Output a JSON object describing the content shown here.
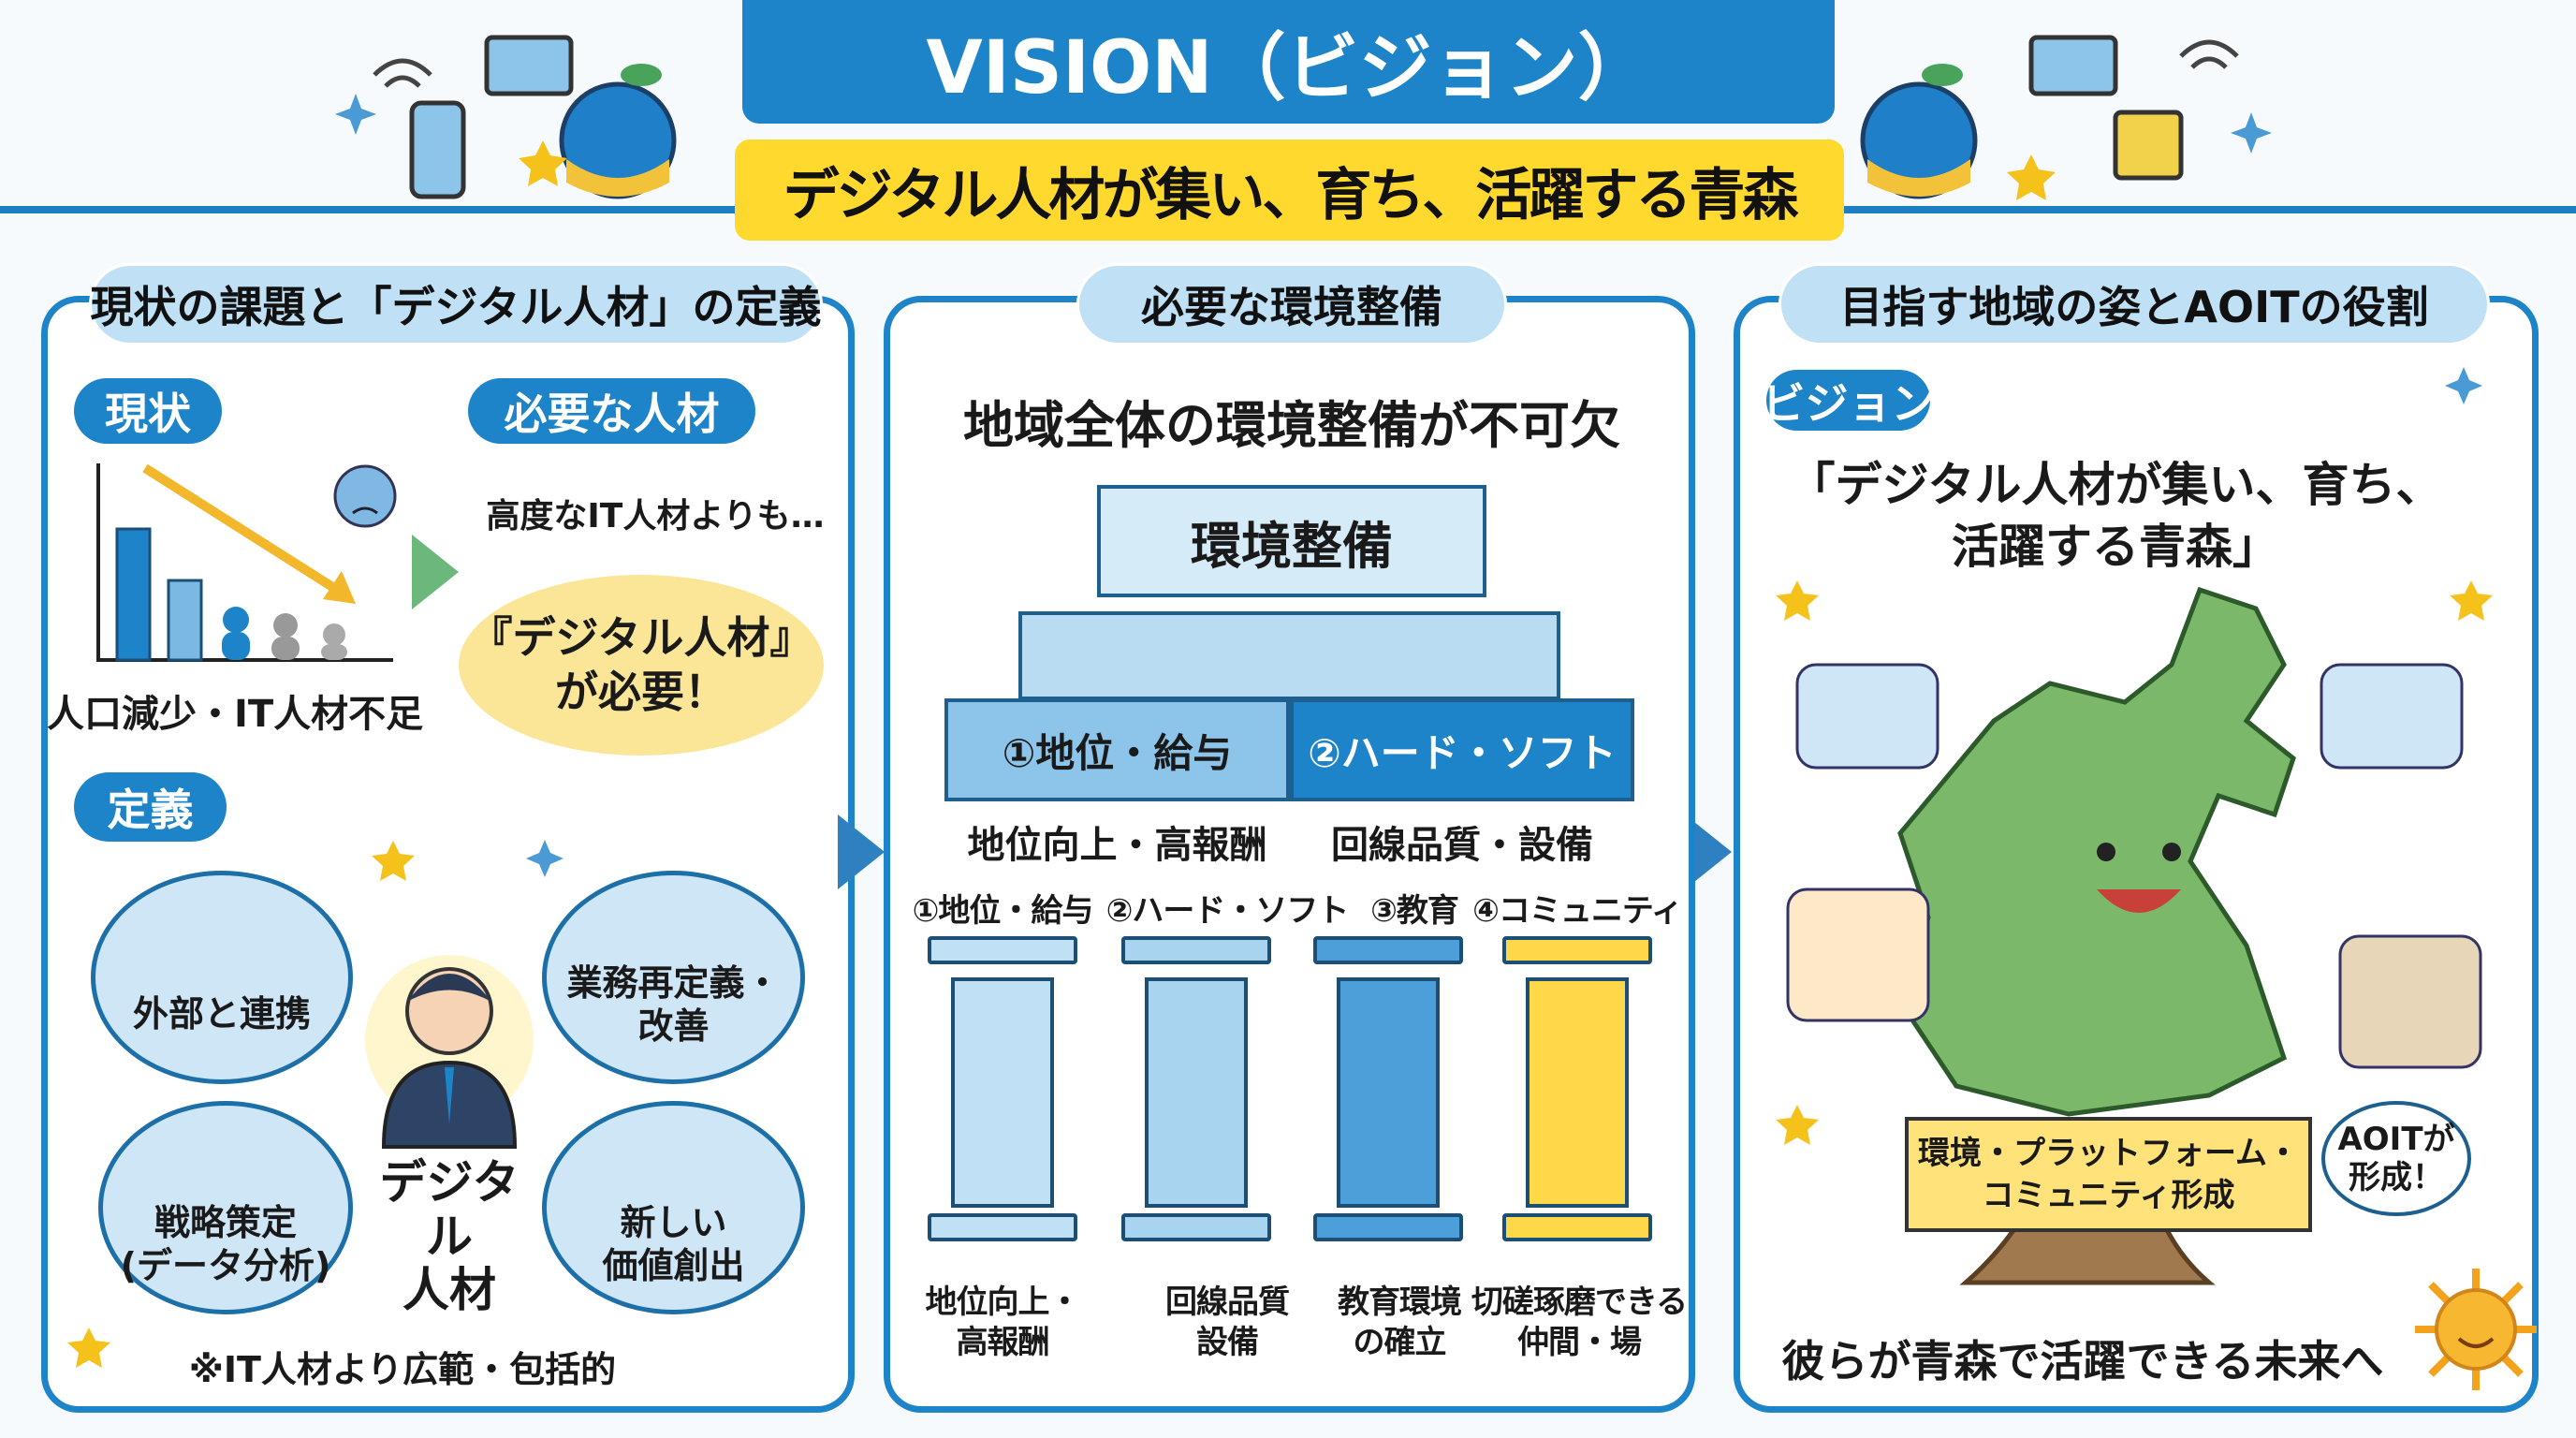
{
  "header": {
    "title": "VISION（ビジョン）",
    "subtitle": "デジタル人材が集い、育ち、活躍する青森"
  },
  "panel1": {
    "heading": "現状の課題と「デジタル人材」の定義",
    "status_label": "現状",
    "status_caption": "人口減少・IT人材不足",
    "need_label": "必要な人材",
    "need_lead": "高度なIT人材よりも…",
    "need_main_1": "『デジタル人材』",
    "need_main_2": "が必要！",
    "definition_label": "定義",
    "bubbles": [
      "外部と連携",
      "業務再定義・\n改善",
      "戦略策定\n(データ分析)",
      "新しい\n価値創出"
    ],
    "center_label": "デジタル\n人材",
    "footnote": "※IT人材より広範・包括的"
  },
  "panel2": {
    "heading": "必要な環境整備",
    "lead": "地域全体の環境整備が不可欠",
    "pyramid_top": "環境整備",
    "pyramid_left": "①地位・給与",
    "pyramid_right": "②ハード・ソフト",
    "pyramid_left_sub": "地位向上・高報酬",
    "pyramid_right_sub": "回線品質・設備",
    "pillars": [
      {
        "label": "①地位・給与",
        "caption": "地位向上・\n高報酬",
        "color": "#bfe0f5"
      },
      {
        "label": "②ハード・ソフト",
        "caption": "回線品質\n設備",
        "color": "#a9d4f0"
      },
      {
        "label": "③教育",
        "caption": "教育環境\nの確立",
        "color": "#4d9fd9"
      },
      {
        "label": "④コミュニティ",
        "caption": "切磋琢磨できる\n仲間・場",
        "color": "#ffd84a"
      }
    ]
  },
  "panel3": {
    "heading": "目指す地域の姿とAOITの役割",
    "vision_label": "ビジョン",
    "quote_1": "「デジタル人材が集い、育ち、",
    "quote_2": "活躍する青森」",
    "box": "環境・プラットフォーム・\nコミュニティ形成",
    "speech": "AOITが\n形成！",
    "footer": "彼らが青森で活躍できる未来へ"
  },
  "colors": {
    "primary": "#1d84c9",
    "accent_yellow": "#ffd92e",
    "light_blue": "#bfe0f5"
  }
}
